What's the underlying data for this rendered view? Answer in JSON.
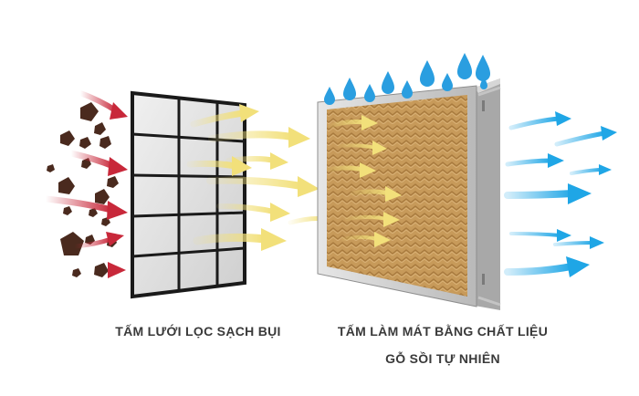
{
  "captions": {
    "dust_filter": "TẤM LƯỚI LỌC SẠCH BỤI",
    "cooling_pad_line1": "TẤM LÀM MÁT BẰNG CHẤT LIỆU",
    "cooling_pad_line2": "GỖ SỒI TỰ NHIÊN"
  },
  "colors": {
    "dust_particle": "#4a2a1e",
    "incoming_air_arrow": "#c8283a",
    "filtered_air_arrow": "#f2e07a",
    "water_drop": "#2a9ee0",
    "cool_air_arrow": "#1fa6e6",
    "pad_frame": "#c9c9c9",
    "pad_fill": "#c79a5a",
    "filter_grid": "#1a1a1a",
    "filter_cell": "#dedede",
    "caption_text": "#3a3a3a"
  }
}
